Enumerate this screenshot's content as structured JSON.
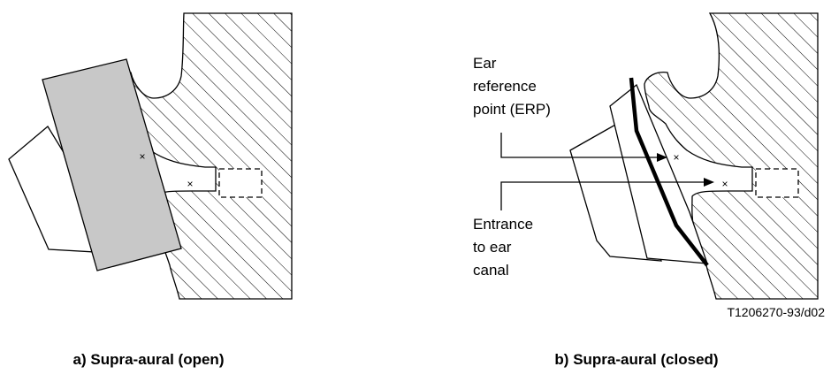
{
  "figure_a": {
    "caption": "a) Supra-aural (open)"
  },
  "figure_b": {
    "label_erp": [
      "Ear",
      "reference",
      "point (ERP)"
    ],
    "label_entrance": [
      "Entrance",
      "to ear",
      "canal"
    ],
    "figure_code": "T1206270-93/d02",
    "caption": "b) Supra-aural (closed)"
  },
  "colors": {
    "stroke": "#000000",
    "cushion_fill": "#c8c8c8",
    "background": "#ffffff"
  }
}
